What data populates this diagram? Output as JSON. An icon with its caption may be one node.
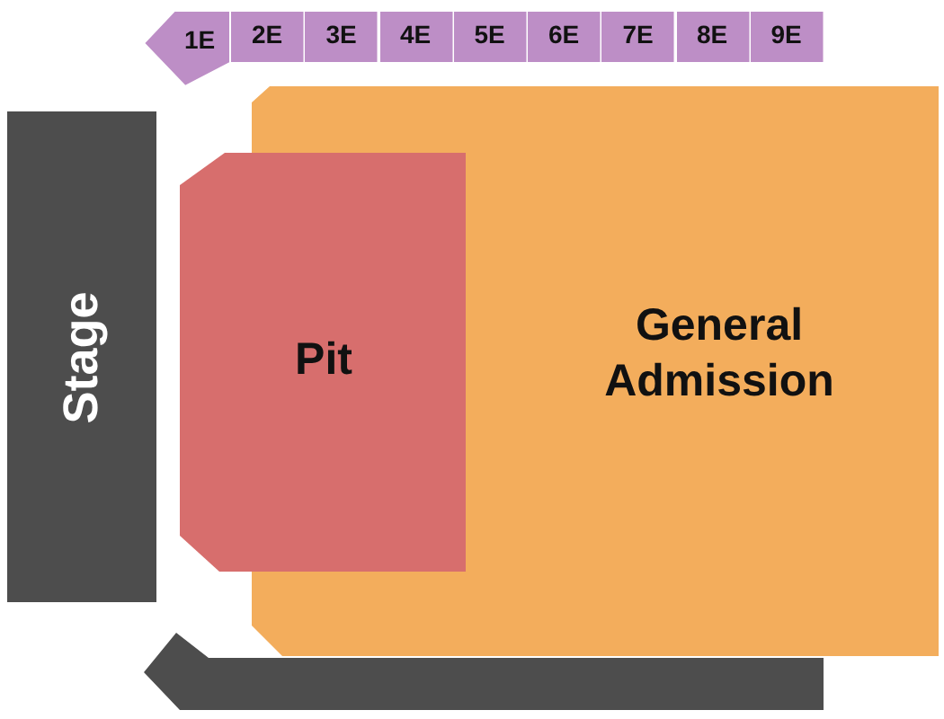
{
  "diagram": {
    "nodes": [
      {
        "text": [
          "1E"
        ]
      },
      {
        "text": [
          "2E"
        ]
      },
      {
        "text": [
          "3E"
        ]
      },
      {
        "text": [
          "4E"
        ]
      },
      {
        "text": [
          "5E"
        ]
      },
      {
        "text": [
          "6E"
        ]
      },
      {
        "text": [
          "7E"
        ]
      },
      {
        "text": [
          "8E"
        ]
      },
      {
        "text": [
          "9E"
        ]
      },
      {
        "text": [
          "Stage"
        ]
      },
      {
        "text": [
          "Pit"
        ]
      },
      {
        "text": [
          "General Admission"
        ]
      },
      {
        "text": [],
        "shape": "bar"
      }
    ]
  }
}
